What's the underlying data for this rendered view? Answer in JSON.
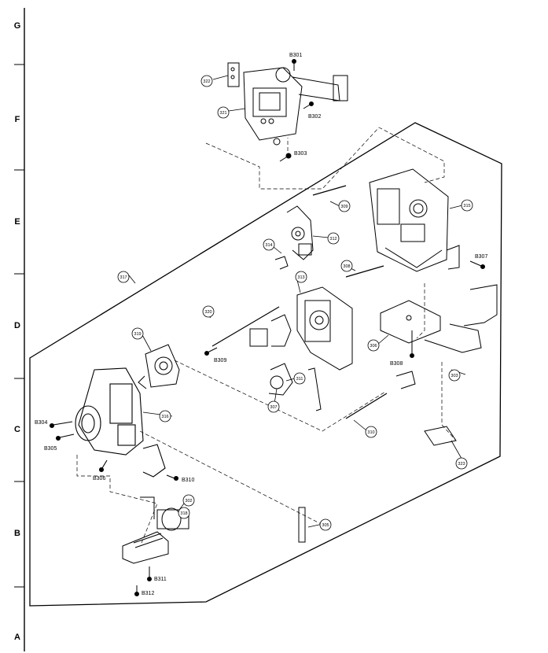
{
  "row_letters": [
    "G",
    "F",
    "E",
    "D",
    "C",
    "B",
    "A"
  ],
  "screws": [
    "B301",
    "B302",
    "B303",
    "B304",
    "B305",
    "B306",
    "B307",
    "B308",
    "B309",
    "B310",
    "B311",
    "B312"
  ],
  "parts": [
    "322",
    "321",
    "309",
    "315",
    "314",
    "312",
    "313",
    "311",
    "308",
    "317",
    "320",
    "319",
    "306",
    "316",
    "303",
    "307",
    "310",
    "302",
    "318",
    "305",
    "323"
  ],
  "colors": {
    "line": "#000000",
    "paper": "#ffffff"
  }
}
